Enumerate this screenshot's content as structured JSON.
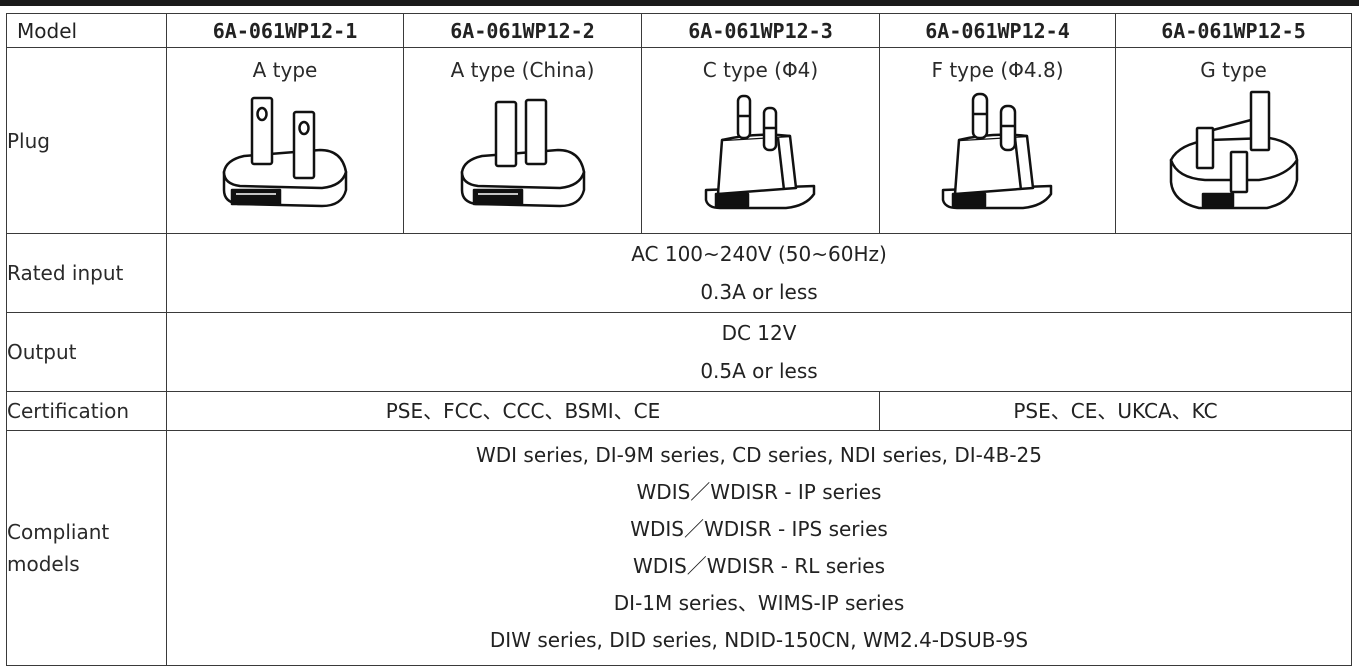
{
  "table": {
    "model_label": "Model",
    "models": [
      "6A-061WP12-1",
      "6A-061WP12-2",
      "6A-061WP12-3",
      "6A-061WP12-4",
      "6A-061WP12-5"
    ],
    "plug_label": "Plug",
    "plug_types": [
      "A type",
      "A type (China)",
      "C type (Φ4)",
      "F type (Φ4.8)",
      "G type"
    ],
    "rated_input_label": "Rated input",
    "rated_input": [
      "AC 100~240V (50~60Hz)",
      "0.3A or less"
    ],
    "output_label": "Output",
    "output": [
      "DC 12V",
      "0.5A or less"
    ],
    "certification_label": "Certification",
    "certification": [
      "PSE、FCC、CCC、BSMI、CE",
      "PSE、CE、UKCA、KC"
    ],
    "compliant_label_line1": "Compliant",
    "compliant_label_line2": "models",
    "compliant_models": [
      "WDI series, DI-9M series, CD series, NDI series, DI-4B-25",
      "WDIS／WDISR - IP series",
      "WDIS／WDISR - IPS series",
      "WDIS／WDISR - RL series",
      "DI-1M series、WIMS-IP series",
      "DIW series, DID series, NDID-150CN, WM2.4-DSUB-9S"
    ]
  }
}
